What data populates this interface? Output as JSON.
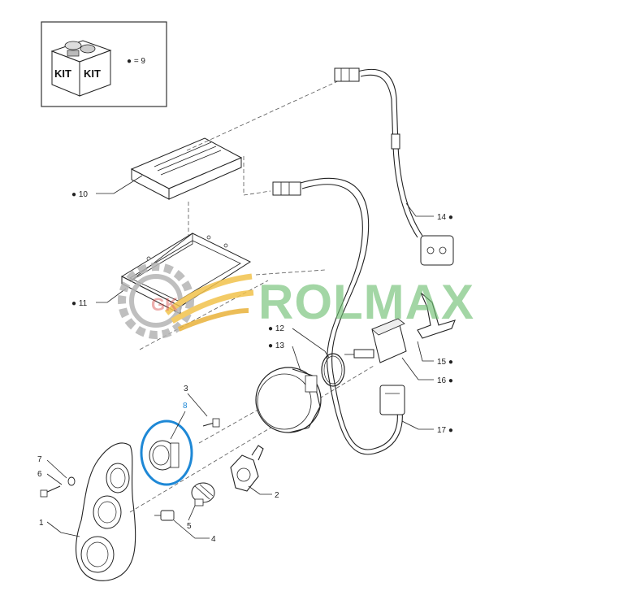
{
  "kit_box": {
    "line1": "KIT",
    "line2": "KIT",
    "equals_label": "● = 9"
  },
  "watermark": {
    "text": "ROLMAX",
    "color": "#6fbf73",
    "logo_letters": "GK",
    "logo_gear_color": "#b5b5b5"
  },
  "callouts": [
    {
      "id": "c10",
      "text": "● 10"
    },
    {
      "id": "c11",
      "text": "● 11"
    },
    {
      "id": "c12",
      "text": "● 12"
    },
    {
      "id": "c13",
      "text": "● 13"
    },
    {
      "id": "c14",
      "text": "14 ●"
    },
    {
      "id": "c15",
      "text": "15 ●"
    },
    {
      "id": "c16",
      "text": "16 ●"
    },
    {
      "id": "c17",
      "text": "17 ●"
    },
    {
      "id": "c1",
      "text": "1"
    },
    {
      "id": "c2",
      "text": "2"
    },
    {
      "id": "c3",
      "text": "3"
    },
    {
      "id": "c4",
      "text": "4"
    },
    {
      "id": "c5",
      "text": "5"
    },
    {
      "id": "c6",
      "text": "6"
    },
    {
      "id": "c7",
      "text": "7"
    },
    {
      "id": "c8",
      "text": "8"
    }
  ],
  "highlight": {
    "color": "#1e88d6",
    "target": "8"
  }
}
